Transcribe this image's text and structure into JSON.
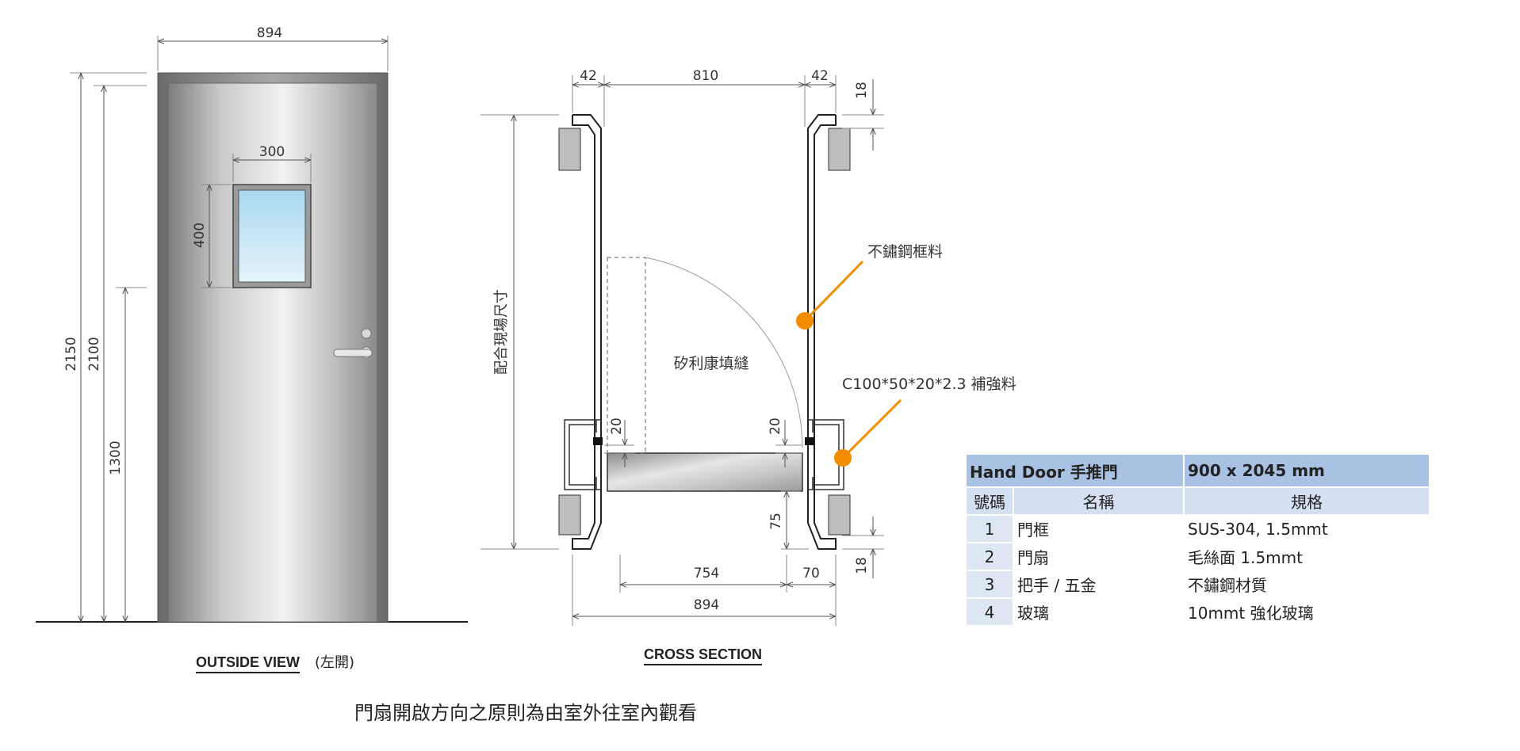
{
  "outside_view": {
    "width": "894",
    "window_width": "300",
    "window_height": "400",
    "height_total": "2150",
    "height_door": "2100",
    "height_handle": "1300",
    "caption": "OUTSIDE VIEW",
    "caption_suffix": "(左開)"
  },
  "cross_section": {
    "frame_left": "42",
    "opening": "810",
    "frame_right": "42",
    "top_18": "18",
    "bottom_18": "18",
    "site_dimension_label": "配合現場尺寸",
    "silicone_label": "矽利康填縫",
    "frame_material_label": "不鏽鋼框料",
    "reinforcement_label": "C100*50*20*2.3 補強料",
    "gap_left": "20",
    "gap_right": "20",
    "depth_75": "75",
    "leaf_width": "754",
    "side_70": "70",
    "total_width": "894",
    "caption": "CROSS SECTION",
    "callout_color": "#f28c00"
  },
  "note": "門扇開啟方向之原則為由室外往室內觀看",
  "spec_table": {
    "title": "Hand Door 手推門",
    "size": "900 x 2045 mm",
    "headers": [
      "號碼",
      "名稱",
      "規格"
    ],
    "rows": [
      {
        "no": "1",
        "name": "門框",
        "spec": "SUS-304, 1.5mmt"
      },
      {
        "no": "2",
        "name": "門扇",
        "spec": "毛絲面 1.5mmt"
      },
      {
        "no": "3",
        "name": "把手 / 五金",
        "spec": "不鏽鋼材質"
      },
      {
        "no": "4",
        "name": "玻璃",
        "spec": "10mmt 強化玻璃"
      }
    ],
    "header_color": "#a9c1e3"
  }
}
